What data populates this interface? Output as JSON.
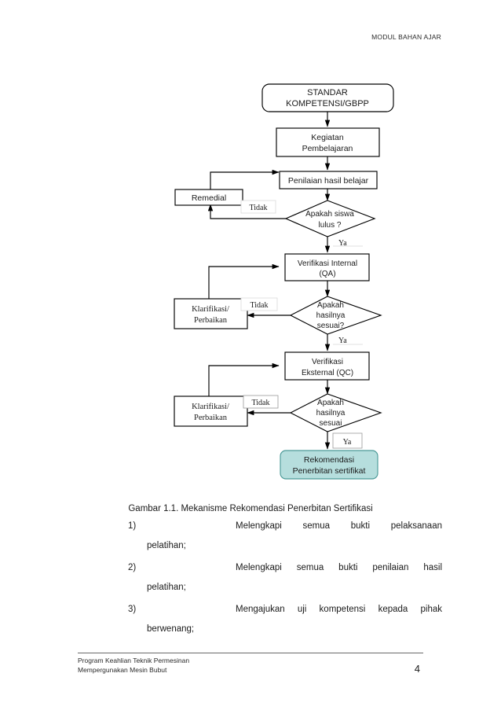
{
  "header": {
    "running_title": "MODUL BAHAN AJAR"
  },
  "figure": {
    "caption": "Gambar 1.1. Mekanisme Rekomendasi Penerbitan Sertifikasi",
    "accent_fill": "#b6dedd",
    "accent_stroke": "#4c9a98",
    "line_color": "#000000",
    "nodes": {
      "standar": {
        "line1": "STANDAR",
        "line2": "KOMPETENSI/GBPP",
        "shape": "rounded-rect"
      },
      "kegiatan": {
        "line1": "Kegiatan",
        "line2": "Pembelajaran",
        "shape": "rect"
      },
      "penilaian": {
        "line1": "Penilaian hasil belajar",
        "shape": "rect"
      },
      "remedial": {
        "line1": "Remedial",
        "shape": "rect"
      },
      "decision_lulus": {
        "line1": "Apakah siswa",
        "line2": "lulus ?",
        "shape": "diamond"
      },
      "verifikasi_internal": {
        "line1": "Verifikasi Internal",
        "line2": "(QA)",
        "shape": "rect"
      },
      "klarifikasi_qa": {
        "line1": "Klarifikasi/",
        "line2": "Perbaikan",
        "shape": "rect"
      },
      "decision_qa": {
        "line1": "Apakah",
        "line2": "hasilnya",
        "line3": "sesuai?",
        "shape": "diamond"
      },
      "verifikasi_eksternal": {
        "line1": "Verifikasi",
        "line2": "Eksternal (QC)",
        "shape": "rect"
      },
      "klarifikasi_qc": {
        "line1": "Klarifikasi/",
        "line2": "Perbaikan",
        "shape": "rect"
      },
      "decision_qc": {
        "line1": "Apakah",
        "line2": "hasilnya",
        "line3": "sesuai",
        "shape": "diamond"
      },
      "rekomendasi": {
        "line1": "Rekomendasi",
        "line2": "Penerbitan sertifikat",
        "shape": "rounded-rect-filled"
      }
    },
    "edge_labels": {
      "tidak_1": "Tidak",
      "ya_1": "Ya",
      "tidak_2": "Tidak",
      "ya_2": "Ya",
      "tidak_3": "Tidak",
      "ya_3": "Ya"
    }
  },
  "list": {
    "items": [
      {
        "number": "1)",
        "text": "Melengkapi semua bukti pelaksanaan",
        "continuation": "pelatihan;"
      },
      {
        "number": "2)",
        "text": "Melengkapi semua bukti penilaian hasil",
        "continuation": "pelatihan;"
      },
      {
        "number": "3)",
        "text": "Mengajukan uji kompetensi kepada pihak",
        "continuation": "berwenang;"
      }
    ]
  },
  "footer": {
    "line1": "Program  Keahlian Teknik Permesinan",
    "line2": "Mempergunakan Mesin Bubut",
    "page_number": "4"
  }
}
